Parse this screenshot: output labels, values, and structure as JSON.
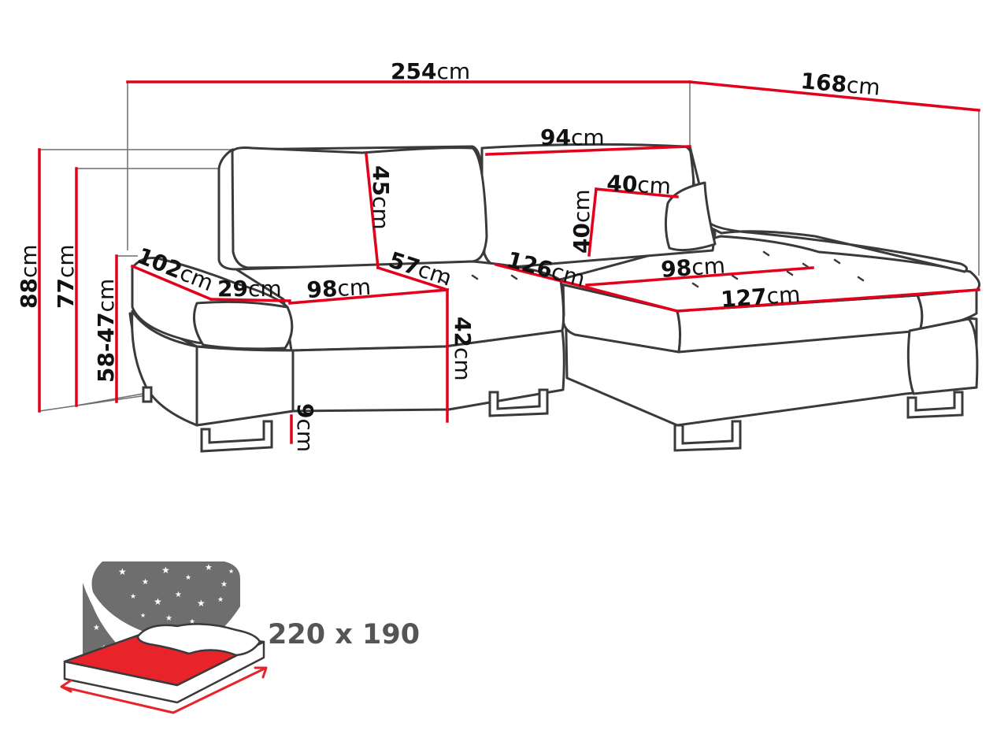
{
  "colors": {
    "dimension_line": "#e3001b",
    "outline": "#3a3a3a",
    "label_text": "#111111",
    "bed_caption": "#555555"
  },
  "unit": "cm",
  "dimensions": {
    "total_width": "254",
    "depth_chaise": "168",
    "back_cushion_width": "94",
    "pillow_width": "40",
    "pillow_height": "40",
    "backrest_height": "45",
    "armrest_depth": "102",
    "armrest_width": "29",
    "seat_width_left": "98",
    "seat_depth": "57",
    "seat_height": "42",
    "corner_length": "126",
    "seat_width_right": "98",
    "chaise_length": "127",
    "total_height": "88",
    "back_height": "77",
    "armrest_height": "58-47",
    "leg_height": "9"
  },
  "sleeping_area": "220 x 190",
  "icons": {
    "bed": "bed-function-icon",
    "stars": "star-icon"
  }
}
